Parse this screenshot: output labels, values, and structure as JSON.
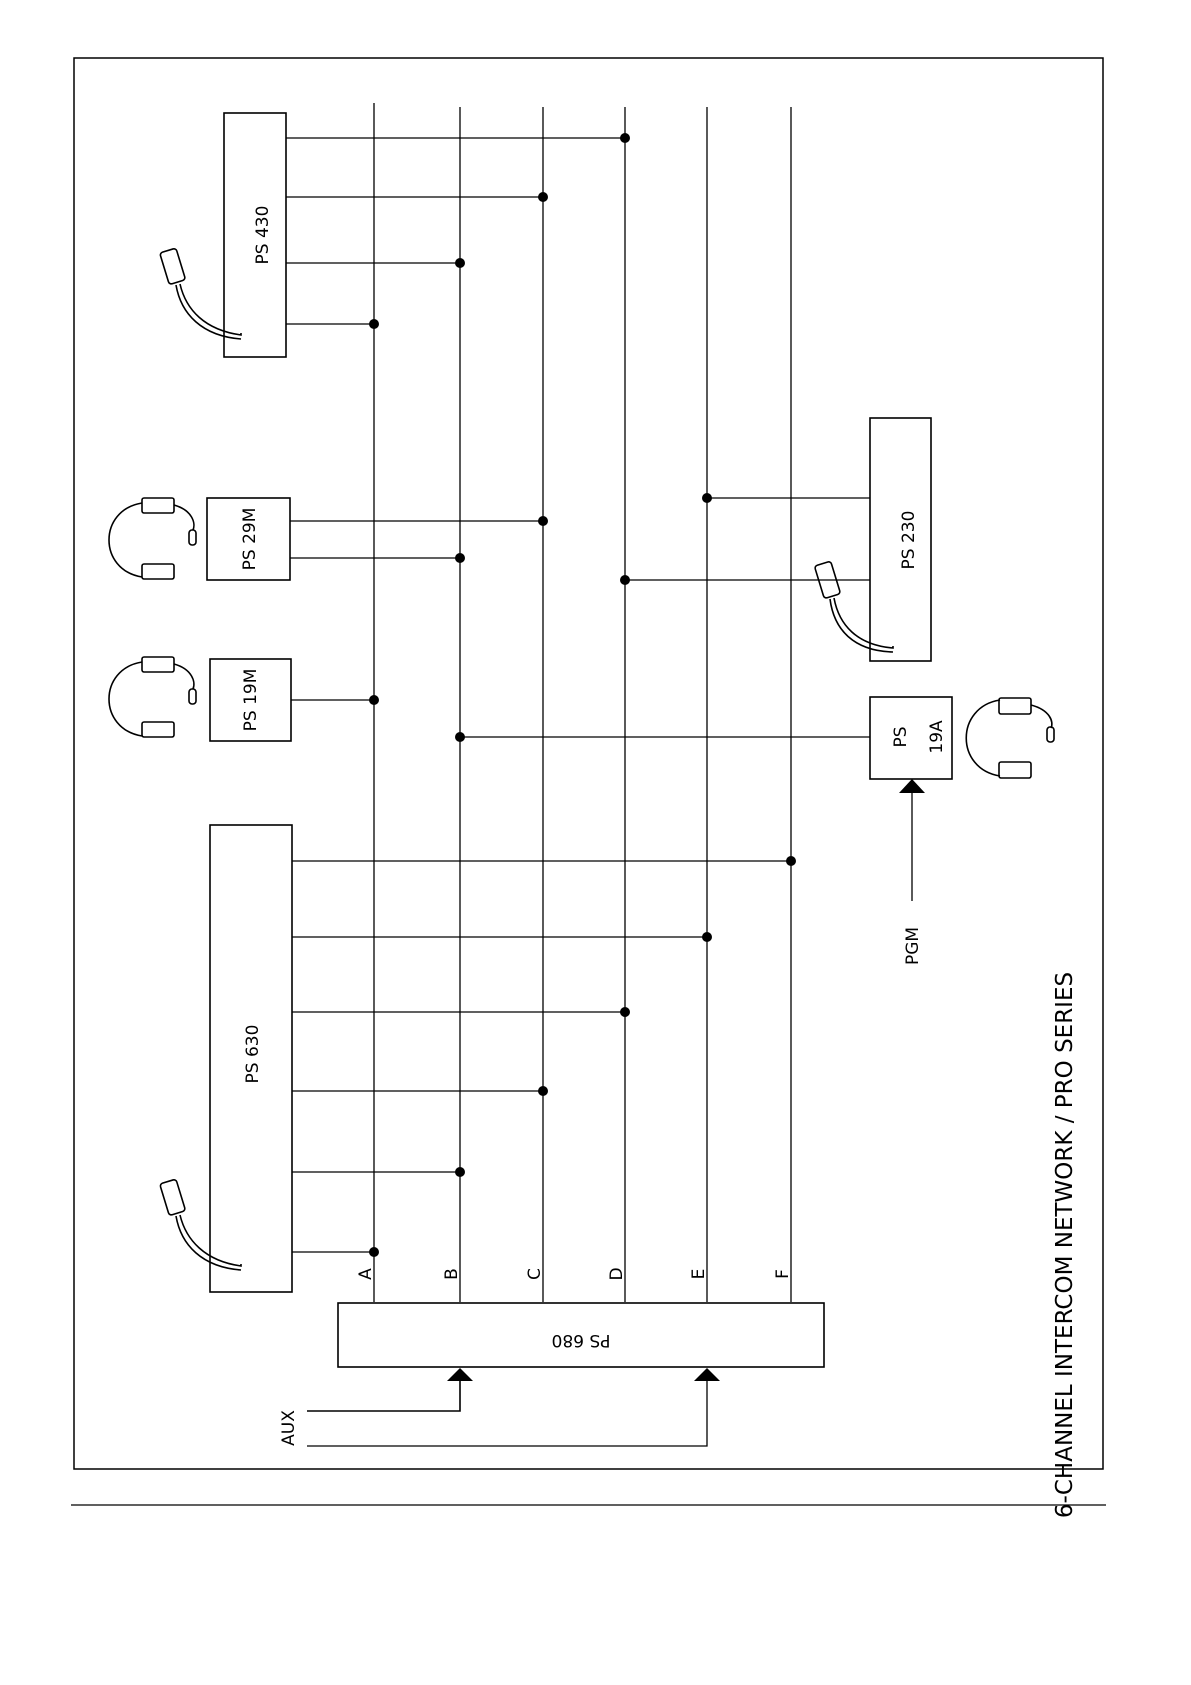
{
  "title": "6-CHANNEL INTERCOM NETWORK / PRO SERIES",
  "buses": [
    {
      "label": "A"
    },
    {
      "label": "B"
    },
    {
      "label": "C"
    },
    {
      "label": "D"
    },
    {
      "label": "E"
    },
    {
      "label": "F"
    }
  ],
  "devices": {
    "ps430": "PS 430",
    "ps29m": "PS 29M",
    "ps19m": "PS 19M",
    "ps630": "PS 630",
    "ps230": "PS 230",
    "ps19a_line1": "PS",
    "ps19a_line2": "19A",
    "ps680": "PS 680"
  },
  "inputs": {
    "pgm": "PGM",
    "aux": "AUX"
  },
  "colors": {
    "line": "#000000",
    "background": "#ffffff"
  }
}
